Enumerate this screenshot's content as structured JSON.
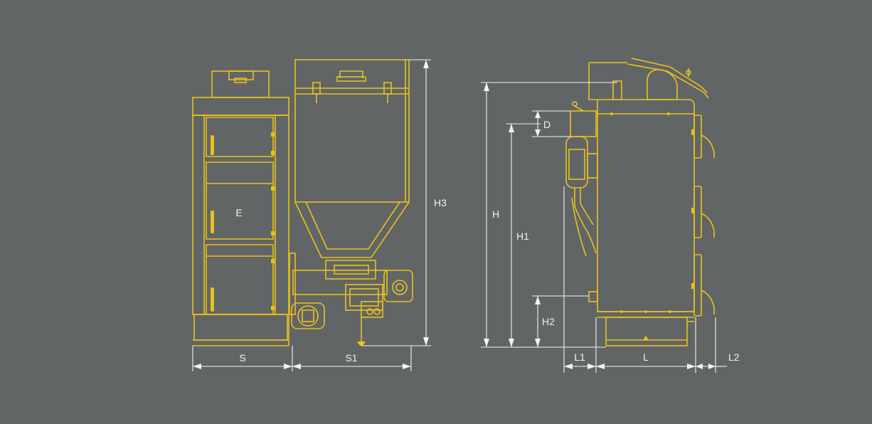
{
  "labels": {
    "E": "E",
    "S": "S",
    "S1": "S1",
    "H3": "H3",
    "H": "H",
    "H1": "H1",
    "H2": "H2",
    "D": "D",
    "L": "L",
    "L1": "L1",
    "L2": "L2"
  },
  "colors": {
    "background": "#626566",
    "drawing": "#E8C21C",
    "dimensions": "#F2F2F2"
  }
}
